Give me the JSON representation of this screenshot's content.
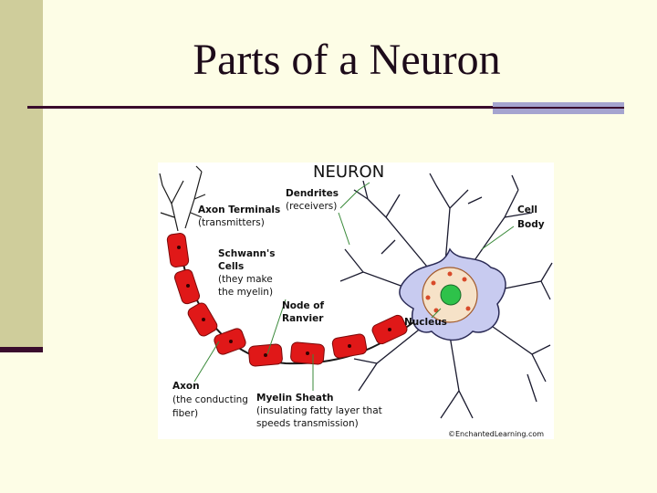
{
  "slide": {
    "title": "Parts of a Neuron"
  },
  "diagram": {
    "heading": "NEURON",
    "labels": {
      "dendrites": "Dendrites",
      "dendrites_note": "(receivers)",
      "axon_terminals": "Axon Terminals",
      "axon_terminals_note": "(transmitters)",
      "cell": "Cell",
      "body": "Body",
      "schwanns": "Schwann's",
      "cells": "Cells",
      "schwann_note1": "(they make",
      "schwann_note2": "the myelin)",
      "node_of": "Node of",
      "ranvier": "Ranvier",
      "nucleus": "Nucleus",
      "axon": "Axon",
      "axon_note1": "(the conducting",
      "axon_note2": "fiber)",
      "myelin_sheath": "Myelin Sheath",
      "myelin_note1": "(insulating fatty layer that",
      "myelin_note2": "speeds transmission)"
    },
    "credit": "©EnchantedLearning.com",
    "colors": {
      "myelin": "#e01818",
      "cell_body": "#c8cbf0",
      "nucleus": "#2ec24a",
      "soma_inner": "#f6e2c8"
    }
  }
}
